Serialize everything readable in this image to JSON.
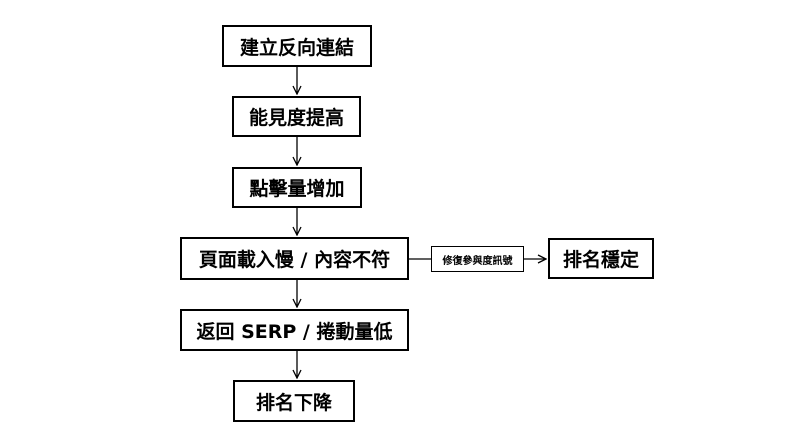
{
  "nodes": {
    "backlinks": "建立反向連結",
    "visibility": "能見度提高",
    "clicks": "點擊量增加",
    "slow_page": "頁面載入慢 / 內容不符",
    "bounce": "返回 SERP / 捲動量低",
    "rank_drop": "排名下降",
    "fix_signals": "修復參與度訊號",
    "rank_stable": "排名穩定"
  },
  "edges": [
    [
      "backlinks",
      "visibility"
    ],
    [
      "visibility",
      "clicks"
    ],
    [
      "clicks",
      "slow_page"
    ],
    [
      "slow_page",
      "bounce"
    ],
    [
      "bounce",
      "rank_drop"
    ],
    [
      "slow_page",
      "fix_signals"
    ],
    [
      "fix_signals",
      "rank_stable"
    ]
  ],
  "colors": {
    "stroke": "#000000",
    "fill": "#ffffff",
    "text": "#000000"
  }
}
